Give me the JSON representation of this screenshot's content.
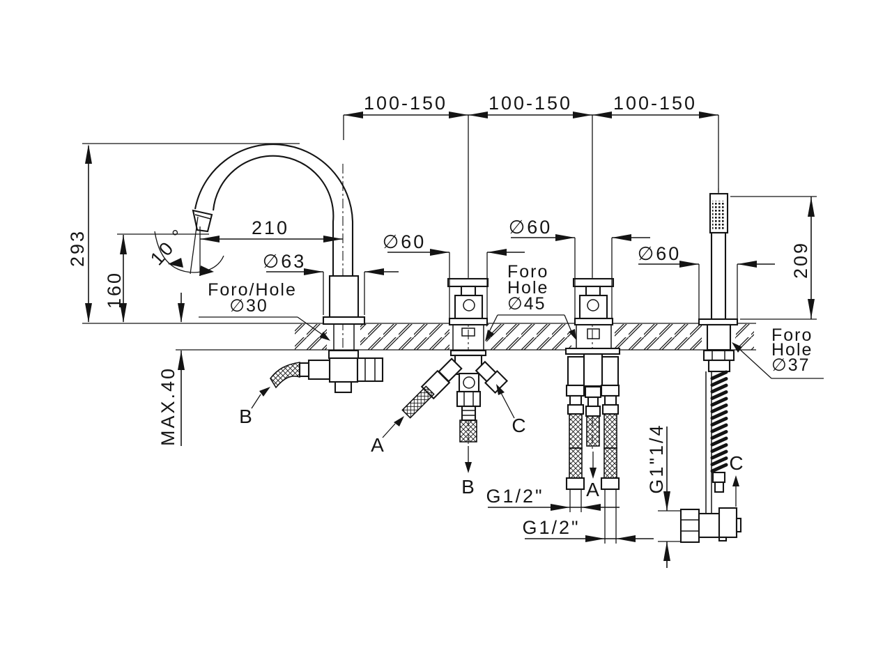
{
  "dimensions": {
    "spacing": [
      "100-150",
      "100-150",
      "100-150"
    ],
    "total_height": "293",
    "spout_height": "160",
    "spout_reach": "210",
    "spout_angle": "10 °",
    "max_deck": "MAX.40",
    "spout_trim": "∅63",
    "valve1_trim": "∅60",
    "valve2_trim": "∅60",
    "handshower_trim": "∅60",
    "handshower_height": "209"
  },
  "holes": {
    "spout": {
      "label": "Foro/Hole",
      "diameter": "∅30"
    },
    "valve": {
      "line1": "Foro",
      "line2": "Hole",
      "diameter": "∅45"
    },
    "handshower": {
      "line1": "Foro",
      "line2": "Hole",
      "diameter": "∅37"
    }
  },
  "threads": {
    "hose_left": "G1/2\"",
    "hose_right": "G1/2\"",
    "elbow": "G1\"1/4"
  },
  "connections": {
    "hose_b": "B",
    "hose_a": "A",
    "diverter_c": "C",
    "outlet_b": "B",
    "mixer_a": "A",
    "shower_c": "C"
  }
}
